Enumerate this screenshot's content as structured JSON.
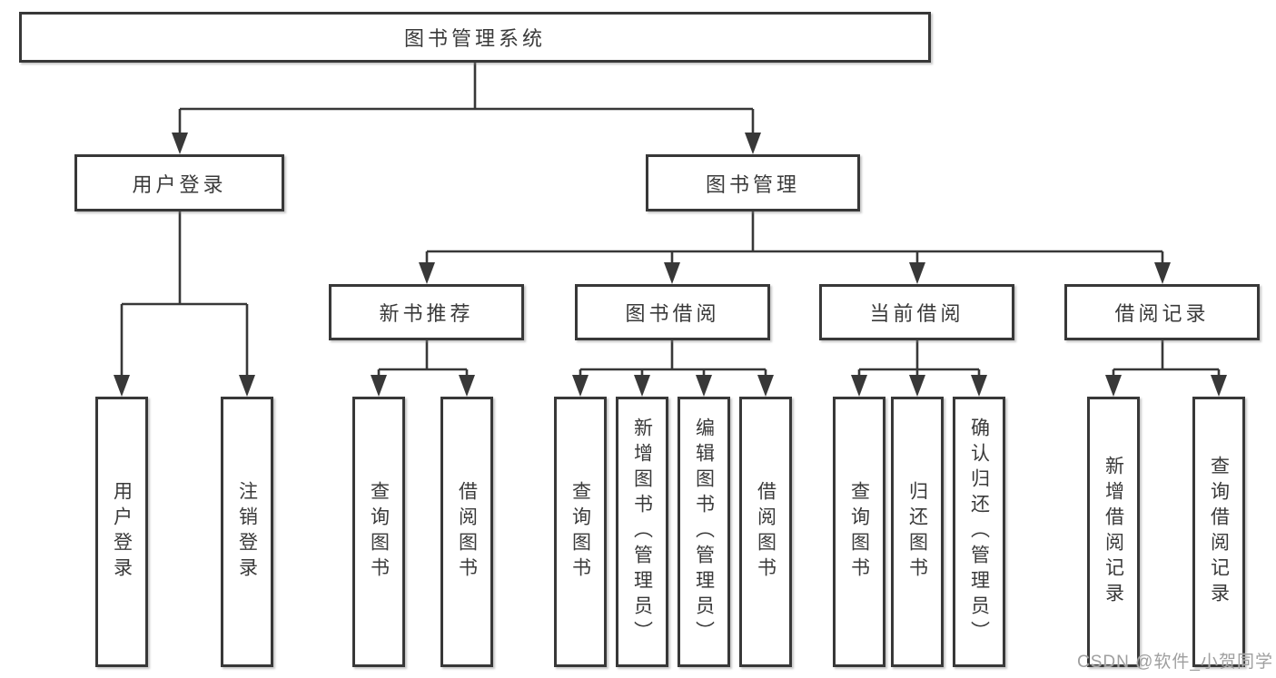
{
  "diagram": {
    "tree": {
      "root": {
        "label": "图书管理系统"
      },
      "branches": [
        {
          "label": "用户登录",
          "children": [
            {
              "label": "用户登录"
            },
            {
              "label": "注销登录"
            }
          ]
        },
        {
          "label": "图书管理",
          "children": [
            {
              "label": "新书推荐",
              "children": [
                {
                  "label": "查询图书"
                },
                {
                  "label": "借阅图书"
                }
              ]
            },
            {
              "label": "图书借阅",
              "children": [
                {
                  "label": "查询图书"
                },
                {
                  "label": "新增图书（管理员）"
                },
                {
                  "label": "编辑图书（管理员）"
                },
                {
                  "label": "借阅图书"
                }
              ]
            },
            {
              "label": "当前借阅",
              "children": [
                {
                  "label": "查询图书"
                },
                {
                  "label": "归还图书"
                },
                {
                  "label": "确认归还（管理员）"
                }
              ]
            },
            {
              "label": "借阅记录",
              "children": [
                {
                  "label": "新增借阅记录"
                },
                {
                  "label": "查询借阅记录"
                }
              ]
            }
          ]
        }
      ]
    }
  },
  "watermark": {
    "text": "CSDN @软件_小贺同学"
  },
  "colors": {
    "line": "#383838",
    "box_border": "#383838",
    "text": "#3a3a3a",
    "watermark": "#9f9f9f",
    "background": "#ffffff"
  }
}
